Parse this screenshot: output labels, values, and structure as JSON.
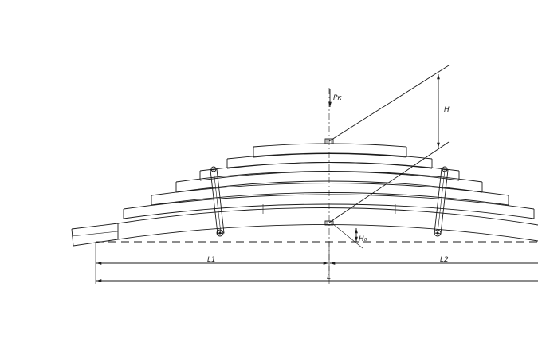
{
  "labels": {
    "load": "Pк",
    "height": "H",
    "height_offset": "H₀",
    "length_left": "L1",
    "length_right": "L2",
    "length_total": "L"
  },
  "colors": {
    "line": "#1a1a1a",
    "background": "#ffffff"
  }
}
